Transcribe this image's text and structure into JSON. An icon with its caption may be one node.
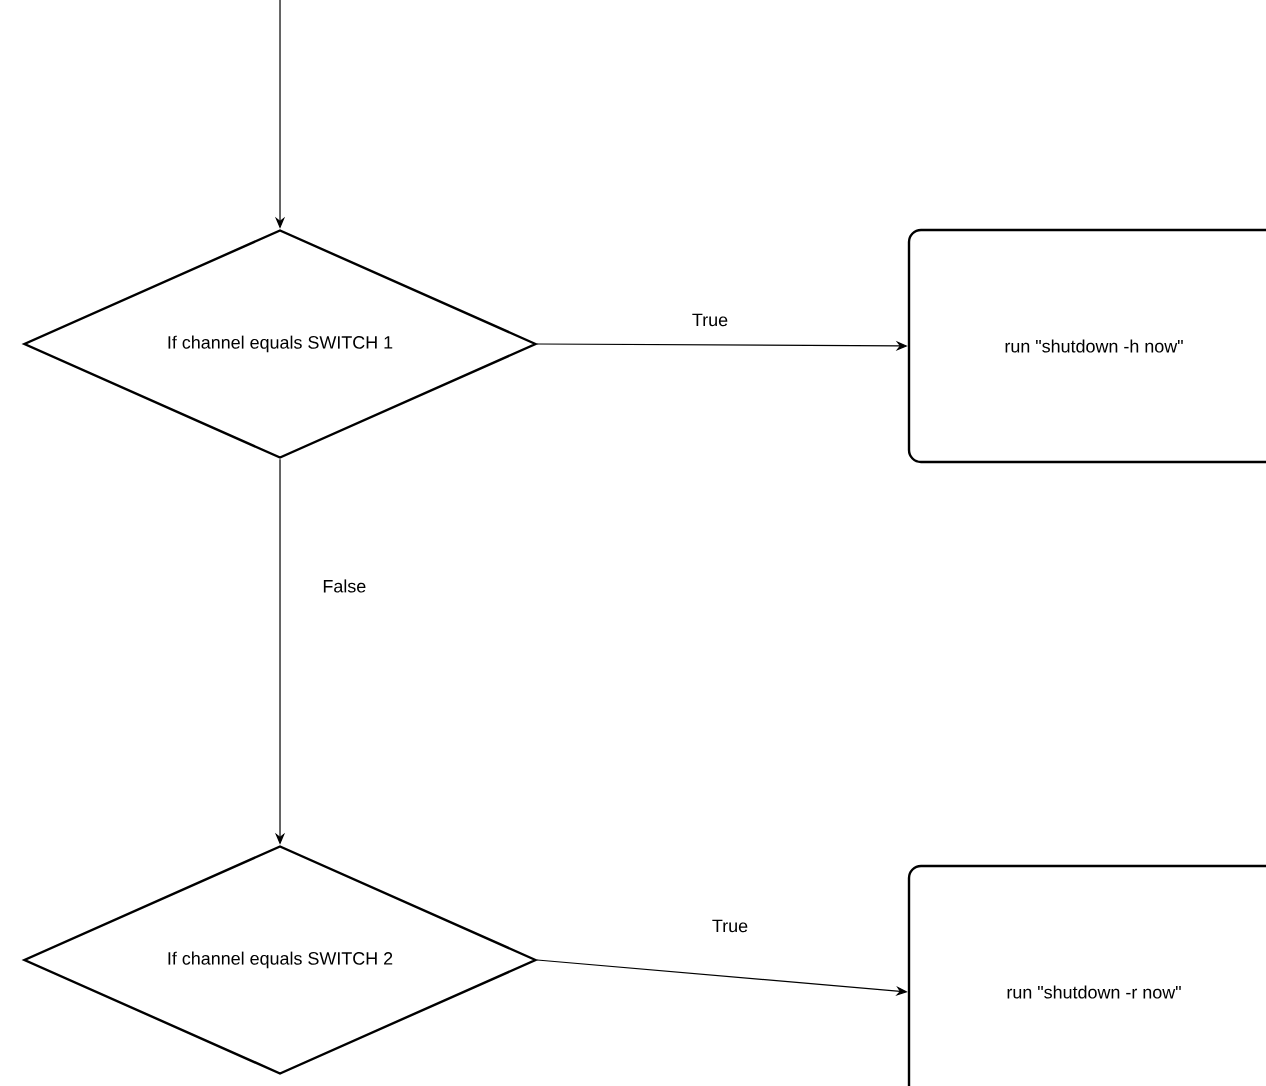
{
  "diagram": {
    "nodes": [
      {
        "text": [
          "If channel equals SWITCH 1"
        ]
      },
      {
        "text": [
          "run \"shutdown -h now\""
        ]
      },
      {
        "text": [
          "If channel equals SWITCH 2"
        ]
      },
      {
        "text": [
          "run \"shutdown -r now\""
        ]
      }
    ],
    "edges": [
      {
        "from": null,
        "to": 0,
        "arrow": "to"
      },
      {
        "from": 0,
        "to": 1,
        "arrow": "to",
        "label": "True"
      },
      {
        "from": 0,
        "to": 2,
        "arrow": "to",
        "label": "False"
      },
      {
        "from": 2,
        "to": 3,
        "arrow": "to",
        "label": "True"
      }
    ]
  }
}
